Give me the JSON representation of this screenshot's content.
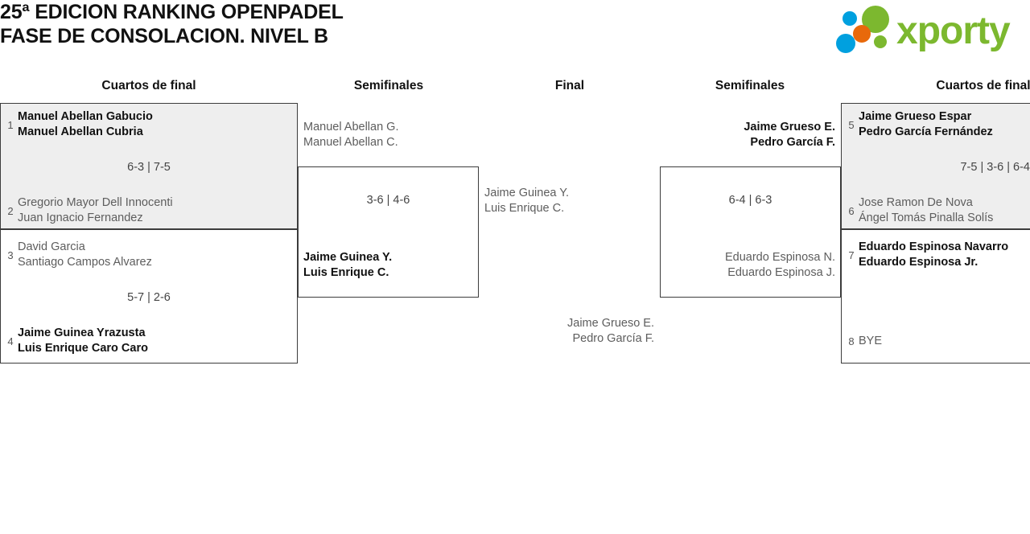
{
  "header": {
    "title": "25ª EDICION RANKING OPENPADEL\nFASE DE CONSOLACION. NIVEL B",
    "logo_text": "xporty",
    "logo_colors": {
      "green": "#7cb82f",
      "blue": "#00a0df",
      "orange": "#e8690b"
    }
  },
  "rounds": [
    {
      "label": "Cuartos de final",
      "side": "left"
    },
    {
      "label": "Semifinales",
      "side": "left"
    },
    {
      "label": "Final",
      "side": "center"
    },
    {
      "label": "Semifinales",
      "side": "right"
    },
    {
      "label": "Cuartos de final",
      "side": "right"
    }
  ],
  "bracket": {
    "left_quarterfinals": [
      {
        "score": "6-3 | 7-5",
        "entrants": [
          {
            "seed": "1",
            "names": "Manuel Abellan Gabucio\nManuel Abellan Cubria",
            "result": "winner"
          },
          {
            "seed": "2",
            "names": "Gregorio Mayor Dell Innocenti\nJuan Ignacio Fernandez",
            "result": "loser"
          }
        ]
      },
      {
        "score": "5-7 | 2-6",
        "entrants": [
          {
            "seed": "3",
            "names": "David Garcia\nSantiago Campos Alvarez",
            "result": "loser"
          },
          {
            "seed": "4",
            "names": "Jaime Guinea Yrazusta\nLuis Enrique Caro Caro",
            "result": "winner"
          }
        ]
      }
    ],
    "left_semifinal": {
      "score": "3-6 | 4-6",
      "entrants": [
        {
          "names": "Manuel Abellan G.\nManuel Abellan C.",
          "result": "loser"
        },
        {
          "names": "Jaime Guinea Y.\nLuis Enrique C.",
          "result": "winner"
        }
      ]
    },
    "final": {
      "score": "",
      "entrants": [
        {
          "names": "Jaime Guinea Y.\nLuis Enrique C.",
          "result": "loser"
        },
        {
          "names": "Jaime Grueso E.\nPedro García F.",
          "result": "loser"
        }
      ]
    },
    "right_semifinal": {
      "score": "6-4 | 6-3",
      "entrants": [
        {
          "names": "Jaime Grueso E.\nPedro García F.",
          "result": "winner"
        },
        {
          "names": "Eduardo Espinosa N.\nEduardo Espinosa J.",
          "result": "loser"
        }
      ]
    },
    "right_quarterfinals": [
      {
        "score": "7-5 | 3-6 | 6-4",
        "entrants": [
          {
            "seed": "5",
            "names": "Jaime Grueso Espar\nPedro García Fernández",
            "result": "winner"
          },
          {
            "seed": "6",
            "names": "Jose Ramon De Nova\nÁngel Tomás Pinalla Solís",
            "result": "loser"
          }
        ]
      },
      {
        "score": "",
        "entrants": [
          {
            "seed": "7",
            "names": "Eduardo Espinosa Navarro\nEduardo Espinosa Jr.",
            "result": "winner"
          },
          {
            "seed": "8",
            "names": "BYE",
            "result": "loser"
          }
        ]
      }
    ]
  }
}
